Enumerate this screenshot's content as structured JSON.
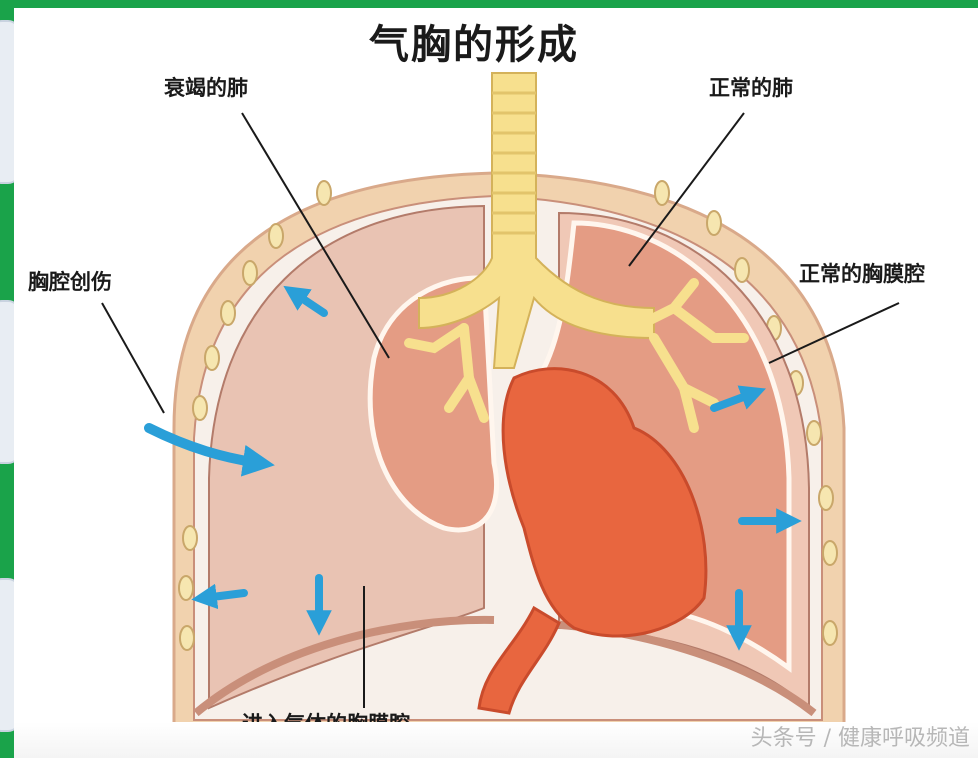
{
  "title": "气胸的形成",
  "labels": {
    "collapsed_lung": "衰竭的肺",
    "normal_lung": "正常的肺",
    "chest_wound": "胸腔创伤",
    "normal_pleural_cavity": "正常的胸膜腔",
    "air_pleural_cavity": "进入气体的胸膜腔"
  },
  "watermark": "头条号 / 健康呼吸频道",
  "colors": {
    "frame": "#1aa34a",
    "chest_wall": "#f1d2ae",
    "pleural_cavity": "#e9c3b3",
    "lung": "#e49c84",
    "heart": "#e8663f",
    "trachea": "#f7e08e",
    "arrow": "#2a9fd8"
  }
}
